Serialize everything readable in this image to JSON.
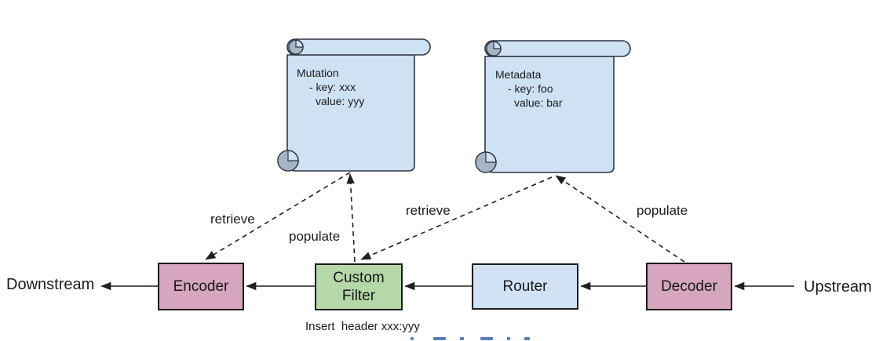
{
  "flow": {
    "downstream_label": "Downstream",
    "upstream_label": "Upstream"
  },
  "nodes": {
    "encoder": {
      "label": "Encoder",
      "fill": "#d5a6bd"
    },
    "custom_filter": {
      "line1": "Custom",
      "line2": "Filter",
      "fill": "#b6d7a8",
      "sublabel": "Insert  header xxx:yyy"
    },
    "router": {
      "label": "Router",
      "fill": "#d0e2f4"
    },
    "decoder": {
      "label": "Decoder",
      "fill": "#d5a6bd"
    }
  },
  "scrolls": {
    "mutation": {
      "title": "Mutation",
      "line2": "- key: xxx",
      "line3": "value: yyy",
      "fill": "#cfe2f3"
    },
    "metadata": {
      "title": "Metadata",
      "line2": "- key: foo",
      "line3": "value: bar",
      "fill": "#cfe2f3"
    }
  },
  "edges": {
    "encoder_retrieve_label": "retrieve",
    "filter_populate_label": "populate",
    "filter_retrieve_label": "retrieve",
    "decoder_populate_label": "populate"
  },
  "colors": {
    "line": "#1f1f1f",
    "scroll_stroke": "#2e3542",
    "curl_shade": "#a5b5c3",
    "node_border": "#191a1c",
    "clipped_caption_text": "#5b7cb8"
  }
}
